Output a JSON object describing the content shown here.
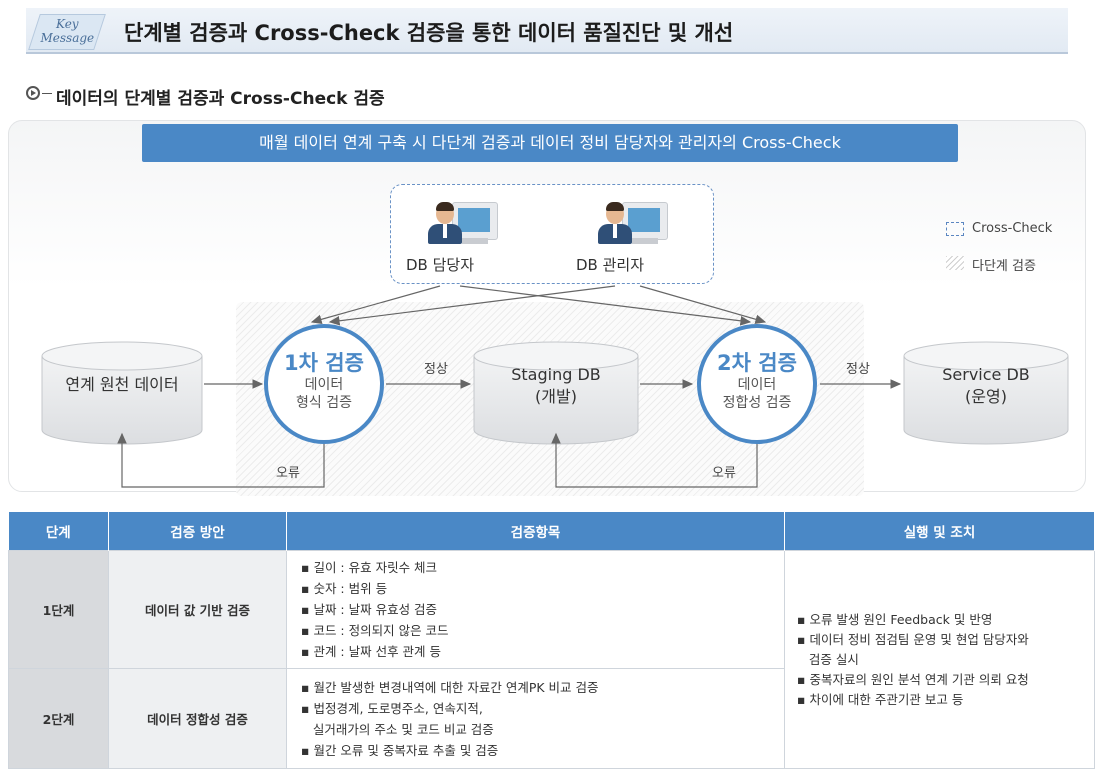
{
  "header": {
    "key_label": "Key",
    "message_label": "Message",
    "title": "단계별 검증과 Cross-Check 검증을 통한 데이터 품질진단 및 개선"
  },
  "section_title": "데이터의 단계별 검증과 Cross-Check 검증",
  "diagram": {
    "banner": "매월 데이터 연계 구축 시 다단계 검증과 데이터 정비 담당자와 관리자의 Cross-Check",
    "people": [
      {
        "label": "DB 담당자",
        "icon": "person-computer-icon"
      },
      {
        "label": "DB 관리자",
        "icon": "person-computer-icon"
      }
    ],
    "legend": {
      "cross_check": "Cross-Check",
      "multi_step": "다단계 검증"
    },
    "source": {
      "label": "연계 원천 데이터"
    },
    "check1": {
      "title": "1차 검증",
      "line1": "데이터",
      "line2": "형식 검증"
    },
    "staging": {
      "line1": "Staging DB",
      "line2": "(개발)"
    },
    "check2": {
      "title": "2차 검증",
      "line1": "데이터",
      "line2": "정합성 검증"
    },
    "service": {
      "line1": "Service DB",
      "line2": "(운영)"
    },
    "normal_label_1": "정상",
    "normal_label_2": "정상",
    "error_label_1": "오류",
    "error_label_2": "오류",
    "colors": {
      "accent": "#4a88c6",
      "circle_border": "#4a88c6",
      "cylinder": "#e8e9eb"
    }
  },
  "table": {
    "headers": [
      "단계",
      "검증 방안",
      "검증항목",
      "실행 및 조치"
    ],
    "rows": [
      {
        "step": "1단계",
        "method": "데이터 값 기반 검증",
        "items": [
          "▪ 길이 : 유효 자릿수 체크",
          "▪ 숫자 : 범위 등",
          "▪ 날짜 : 날짜 유효성 검증",
          "▪ 코드 : 정의되지 않은 코드",
          "▪ 관계 : 날짜 선후 관계 등"
        ]
      },
      {
        "step": "2단계",
        "method": "데이터 정합성 검증",
        "items": [
          "▪ 월간 발생한 변경내역에 대한 자료간 연계PK 비교 검증",
          "▪ 법정경계, 도로명주소, 연속지적,",
          "   실거래가의 주소 및 코드 비교 검증",
          "▪ 월간 오류 및 중복자료 추출 및 검증"
        ]
      }
    ],
    "actions": [
      "▪ 오류 발생 원인 Feedback 및 반영",
      "▪ 데이터 정비 점검팀 운영 및 현업 담당자와",
      "   검증 실시",
      "▪ 중복자료의 원인 분석 연계 기관 의뢰 요청",
      "▪ 차이에 대한 주관기관 보고 등"
    ]
  }
}
